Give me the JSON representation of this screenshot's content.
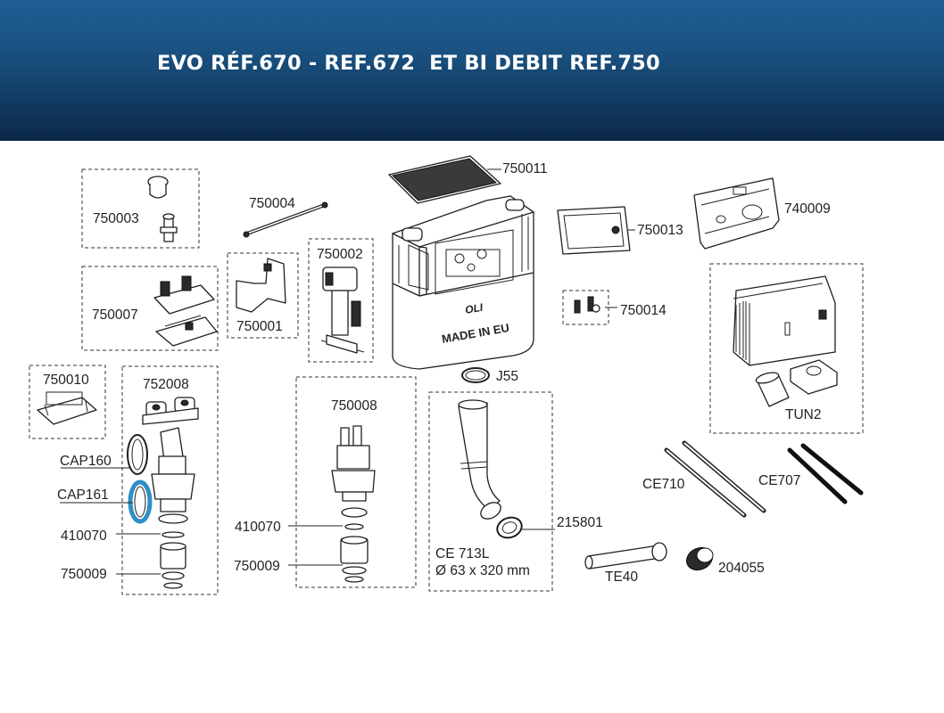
{
  "header": {
    "title": "EVO RÉF.670 - REF.672  ET BI DEBIT REF.750",
    "background_color": "#174a77",
    "title_color": "#ffffff"
  },
  "parts": {
    "p750011": "750011",
    "p750004": "750004",
    "p750003": "750003",
    "p750013": "750013",
    "p740009": "740009",
    "p750002": "750002",
    "p750007": "750007",
    "p750001": "750001",
    "p750014": "750014",
    "p750010": "750010",
    "p752008": "752008",
    "pJ55": "J55",
    "tank_brand": "OLI",
    "tank_made_in": "MADE IN EU",
    "pTUN2": "TUN2",
    "p750008": "750008",
    "pCAP160": "CAP160",
    "pCAP161": "CAP161",
    "pCE710": "CE710",
    "pCE707": "CE707",
    "p410070_left": "410070",
    "p410070_mid": "410070",
    "p215801": "215801",
    "pCE713L": "CE 713L",
    "pCE713L_dim": "Ø 63 x 320 mm",
    "p750009_left": "750009",
    "p750009_mid": "750009",
    "p204055": "204055",
    "pTE40": "TE40"
  },
  "colors": {
    "cap161_accent": "#2e8fc6"
  }
}
